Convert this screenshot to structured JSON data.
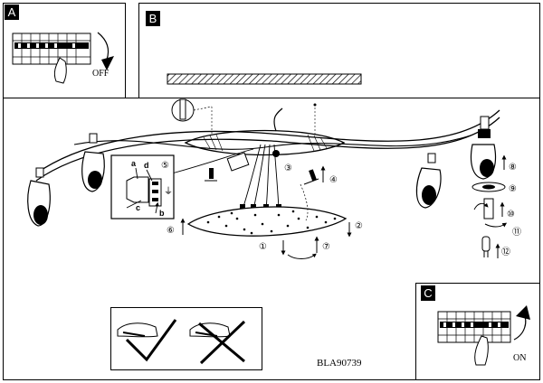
{
  "panels": {
    "a": {
      "label": "A",
      "caption": "OFF"
    },
    "b": {
      "label": "B"
    },
    "c": {
      "label": "C",
      "caption": "ON"
    }
  },
  "steps": [
    "①",
    "②",
    "③",
    "④",
    "⑤",
    "⑥",
    "⑦",
    "⑧",
    "⑨",
    "⑩",
    "⑪",
    "⑫"
  ],
  "wiring_letters": [
    "a",
    "b",
    "c",
    "d"
  ],
  "ground_symbol": "⏚",
  "model_code": "BLA90739"
}
